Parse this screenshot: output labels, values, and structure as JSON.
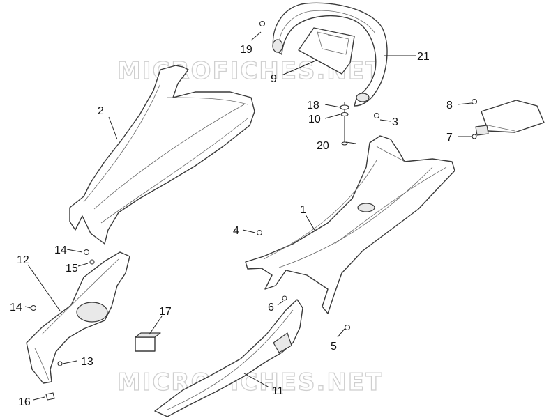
{
  "watermark": "MICROFICHES.NET",
  "callouts": {
    "n1": "1",
    "n2": "2",
    "n3": "3",
    "n4": "4",
    "n5": "5",
    "n6": "6",
    "n7": "7",
    "n8": "8",
    "n9": "9",
    "n10": "10",
    "n11": "11",
    "n12": "12",
    "n13": "13",
    "n14a": "14",
    "n14b": "14",
    "n15": "15",
    "n16": "16",
    "n17": "17",
    "n18": "18",
    "n19": "19",
    "n20": "20",
    "n21": "21"
  },
  "colors": {
    "line": "#3a3a3a",
    "watermark": "#cfcfcf",
    "background": "#ffffff"
  }
}
